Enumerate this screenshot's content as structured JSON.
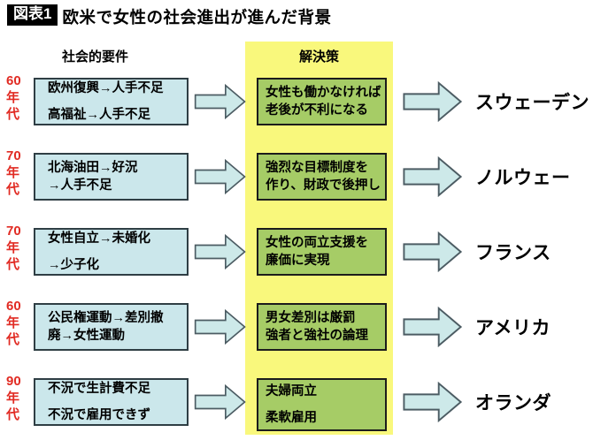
{
  "title": {
    "badge": "図表1",
    "text": "欧米で女性の社会進出が進んだ背景"
  },
  "columns": {
    "causes_header": "社会的要件",
    "solutions_header": "解決策"
  },
  "colors": {
    "cause_box_fill": "#cbe7eb",
    "cause_box_border": "#2f3e44",
    "solution_band": "#f9f87c",
    "solution_box_fill": "#a6cc66",
    "solution_box_border": "#1c1c1c",
    "arrow_fill": "#cde9e9",
    "arrow_border": "#4c5c63",
    "era_text": "#e12b23",
    "badge_bg": "#000000",
    "badge_text": "#ffffff"
  },
  "rows": [
    {
      "era": "60年代",
      "cause": [
        "欧州復興→人手不足",
        "高福祉→人手不足"
      ],
      "solution": [
        "女性も働かなければ",
        "老後が不利になる"
      ],
      "country": "スウェーデン"
    },
    {
      "era": "70年代",
      "cause": [
        "北海油田→好況",
        "→人手不足"
      ],
      "solution": [
        "強烈な目標制度を",
        "作り、財政で後押し"
      ],
      "country": "ノルウェー"
    },
    {
      "era": "70年代",
      "cause": [
        "女性自立→未婚化",
        "→少子化"
      ],
      "solution": [
        "女性の両立支援を",
        "廉価に実現"
      ],
      "country": "フランス"
    },
    {
      "era": "60年代",
      "cause": [
        "公民権運動→差別撤",
        "廃→女性運動"
      ],
      "solution": [
        "男女差別は厳罰",
        "強者と強社の論理"
      ],
      "country": "アメリカ"
    },
    {
      "era": "90年代",
      "cause": [
        "不況で生計費不足",
        "不況で雇用できず"
      ],
      "solution": [
        "夫婦両立",
        "柔軟雇用"
      ],
      "country": "オランダ"
    }
  ]
}
